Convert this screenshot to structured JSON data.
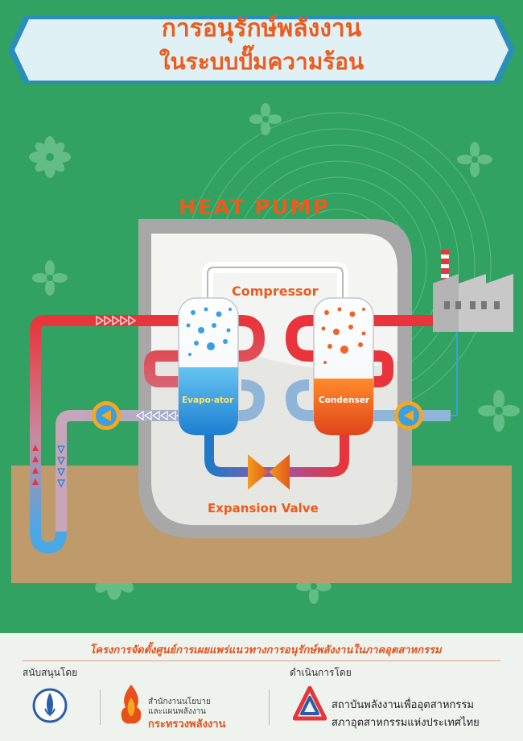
{
  "title": {
    "line1": "การอนุรักษ์พลังงาน",
    "line2": "ในระบบปั๊มความร้อน"
  },
  "diagram": {
    "heading": "HEAT PUMP",
    "compressor_label": "Compressor",
    "evaporator_label": "Evapo·ator",
    "condenser_label": "Condenser",
    "expansion_valve_label": "Expansion Valve"
  },
  "colors": {
    "background": "#31a262",
    "title": "#ee5a1c",
    "hot_pipe": "#e8343a",
    "cold_pipe": "#3aa0e0",
    "ground": "#bf9a6a",
    "pump_ring": "#f5a623"
  },
  "footer": {
    "project": "โครงการจัดตั้งศูนย์การเผยแพร่แนวทางการอนุรักษ์พลังงานในภาคอุตสาหกรรม",
    "supported_by": "สนับสนุนโดย",
    "operated_by": "ดำเนินการโดย",
    "org1_line1": "สำนักงานนโยบาย",
    "org1_line2": "และแผนพลังงาน",
    "org1_line3": "กระทรวงพลังงาน",
    "org2_line1": "สถาบันพลังงานเพื่ออุตสาหกรรม",
    "org2_line2": "สภาอุตสาหกรรมแห่งประเทศไทย"
  },
  "icons": [
    "fan-icon",
    "factory-icon",
    "pump-icon",
    "valve-icon",
    "ministry-logo",
    "institute-logo",
    "flame-logo"
  ]
}
